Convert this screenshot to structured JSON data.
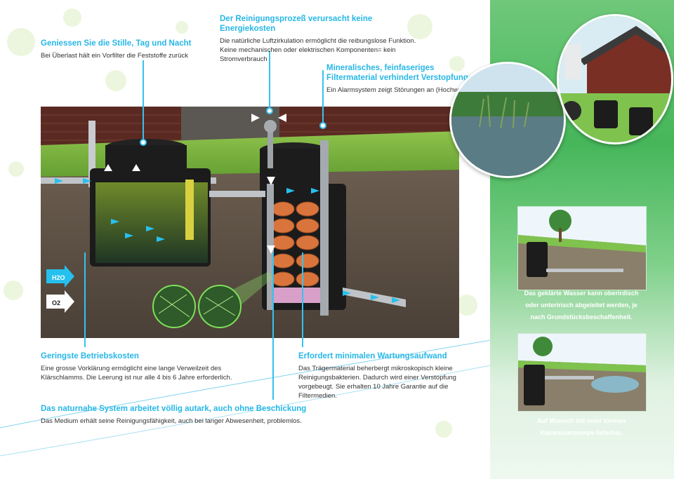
{
  "callouts": {
    "silence": {
      "title": "Geniessen Sie die Stille, Tag und Nacht",
      "text": "Bei Überlast hält ein Vorfilter die Feststoffe zurück"
    },
    "energy": {
      "title": "Der Reinigungsprozeß verursacht keine Energiekosten",
      "text": "Die natürliche Luftzirkulation ermöglicht die reibungslose Funktion. Keine mechanischen oder elektrischen Komponenten= kein Stromverbrauch"
    },
    "filter": {
      "title_line1": "Mineralisches, feinfaseriges",
      "title_line2": "Filtermaterial verhindert Verstopfungen",
      "text": "Ein Alarmsystem zeigt Störungen an (Hochwasser)."
    },
    "costs": {
      "title": "Geringste Betriebskosten",
      "text": "Eine grosse Vorklärung ermöglicht eine lange Verweilzeit des Klärschlamms. Die Leerung ist nur alle 4 bis 6 Jahre erforderlich."
    },
    "maintenance": {
      "title": "Erfordert minimalen Wartungsaufwand",
      "text": "Das Trägermaterial beherbergt mikroskopisch kleine Reinigungsbakterien. Dadurch wird einer Verstopfung vorgebeugt. Sie erhalten 10 Jahre Garantie auf die Filtermedien."
    },
    "autark": {
      "title": "Das naturnahe System arbeitet völlig autark, auch ohne Beschickung",
      "text": "Das Medium erhält seine Reinigungsfähigkeit, auch bei langer Abwesenheit, problemlos."
    }
  },
  "legend": {
    "water_label": "H2O",
    "oxygen_label": "O2"
  },
  "side": {
    "caption1": "Das geklärte Wasser kann oberirdisch oder unteririsch abgeleitet werden, je nach Grundstücksbeschaffenheit.",
    "caption2": "Auf Wunsch mit einer kleinen Klarwasserpumpe lieferbar."
  },
  "colors": {
    "accent": "#27b7e6",
    "green_panel": "#46b65a",
    "body_text": "#333333"
  }
}
